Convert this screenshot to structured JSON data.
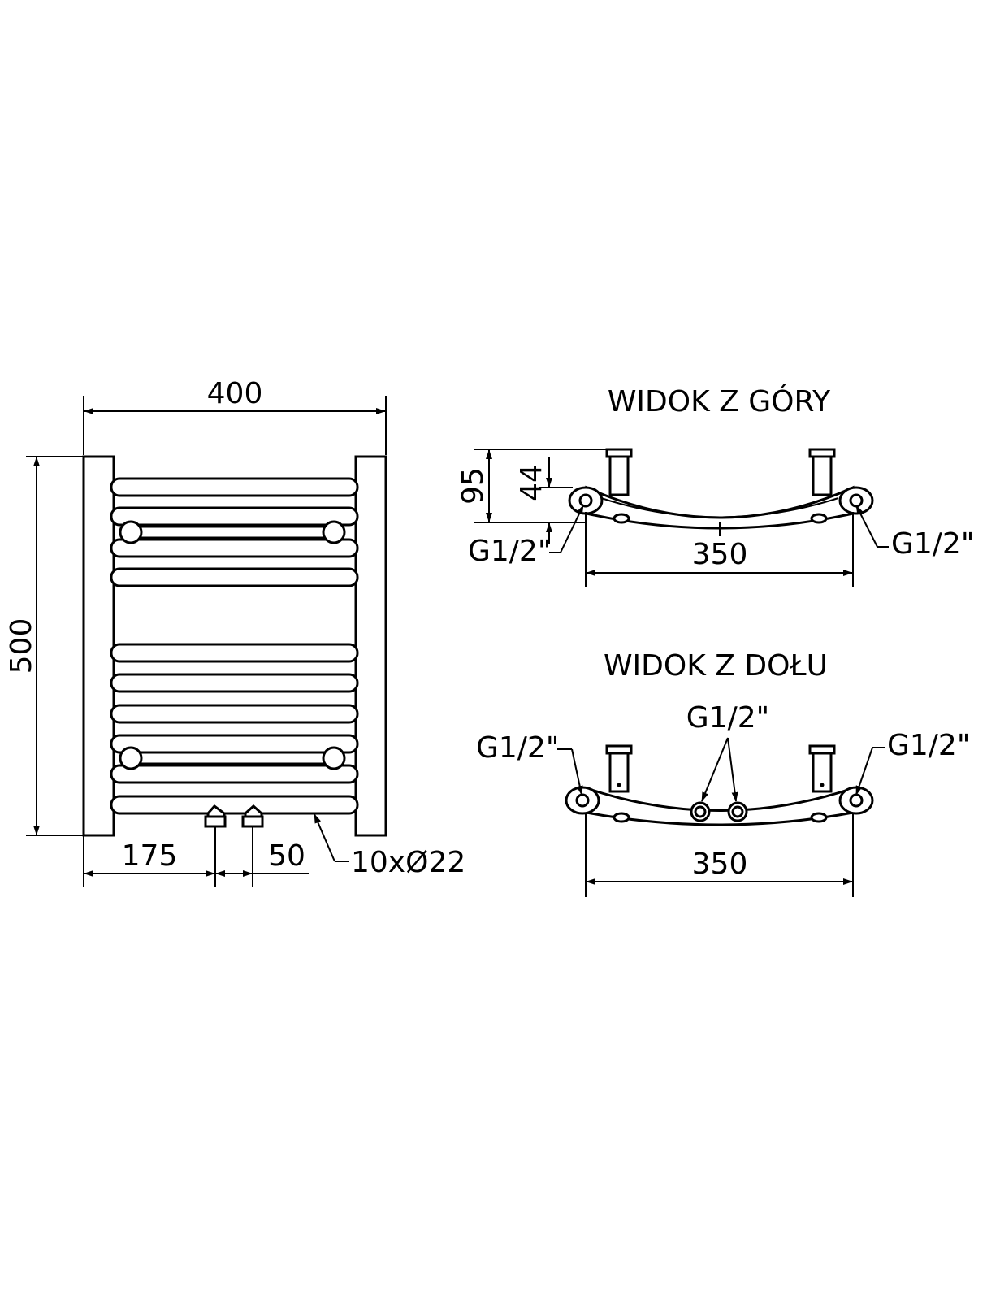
{
  "front_view": {
    "dim_width": "400",
    "dim_height": "500",
    "dim_left_offset": "175",
    "dim_connection_spacing": "50",
    "tube_spec": "10xØ22"
  },
  "top_view": {
    "title": "WIDOK Z GÓRY",
    "dim_depth": "95",
    "dim_offset": "44",
    "dim_spacing": "350",
    "thread_left": "G1/2\"",
    "thread_right": "G1/2\""
  },
  "bottom_view": {
    "title": "WIDOK Z DOŁU",
    "dim_spacing": "350",
    "thread_left": "G1/2\"",
    "thread_center": "G1/2\"",
    "thread_right": "G1/2\""
  },
  "colors": {
    "line": "#000000",
    "background": "#ffffff"
  }
}
